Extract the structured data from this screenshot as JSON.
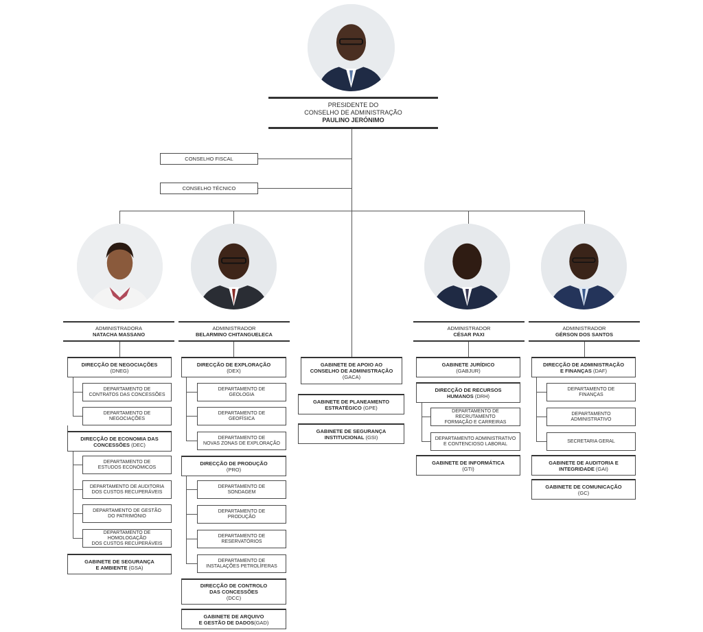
{
  "president": {
    "title_line1": "PRESIDENTE DO",
    "title_line2": "CONSELHO DE ADMINISTRAÇÃO",
    "name": "PAULINO JERÓNIMO"
  },
  "councils": {
    "fiscal": "CONSELHO FISCAL",
    "tecnico": "CONSELHO TÉCNICO"
  },
  "admins": [
    {
      "role": "ADMINISTRADORA",
      "name": "NATACHA MASSANO",
      "units": [
        {
          "title": "DIRECÇÃO DE NEGOCIAÇÕES",
          "code": "(DNEG)",
          "departments": [
            {
              "l1": "DEPARTAMENTO DE",
              "l2": "CONTRATOS DAS CONCESSÕES"
            },
            {
              "l1": "DEPARTAMENTO DE",
              "l2": "NEGOCIAÇÕES"
            }
          ]
        },
        {
          "title": "DIRECÇÃO DE ECONOMIA DAS",
          "title2": "CONCESSÕES",
          "code": "(DEC)",
          "departments": [
            {
              "l1": "DEPARTAMENTO DE",
              "l2": "ESTUDOS ECONÓMICOS"
            },
            {
              "l1": "DEPARTAMENTO DE AUDITORIA",
              "l2": "DOS CUSTOS RECUPERÁVEIS"
            },
            {
              "l1": "DEPARTAMENTO DE GESTÃO",
              "l2": "DO PATRIMÓNIO"
            },
            {
              "l1": "DEPARTAMENTO DE HOMOLOGAÇÃO",
              "l2": "DOS CUSTOS RECUPERÁVEIS"
            }
          ]
        },
        {
          "title": "GABINETE DE SEGURANÇA",
          "title2": "E AMBIENTE",
          "code": "(GSA)",
          "departments": []
        }
      ]
    },
    {
      "role": "ADMINISTRADOR",
      "name": "BELARMINO CHITANGUELECA",
      "units": [
        {
          "title": "DIRECÇÃO DE EXPLORAÇÃO",
          "code": "(DEX)",
          "departments": [
            {
              "l1": "DEPARTAMENTO DE",
              "l2": "GEOLOGIA"
            },
            {
              "l1": "DEPARTAMENTO DE",
              "l2": "GEOFÍSICA"
            },
            {
              "l1": "DEPARTAMENTO DE",
              "l2": "NOVAS ZONAS DE EXPLORAÇÃO"
            }
          ]
        },
        {
          "title": "DIRECÇÃO DE PRODUÇÃO",
          "code": "(PRO)",
          "departments": [
            {
              "l1": "DEPARTAMENTO DE",
              "l2": "SONDAGEM"
            },
            {
              "l1": "DEPARTAMENTO DE",
              "l2": "PRODUÇÃO"
            },
            {
              "l1": "DEPARTAMENTO DE",
              "l2": "RESERVATÓRIOS"
            },
            {
              "l1": "DEPARTAMENTO DE",
              "l2": "INSTALAÇÕES PETROLÍFERAS"
            }
          ]
        },
        {
          "title": "DIRECÇÃO DE CONTROLO",
          "title2": "DAS CONCESSÕES",
          "code": "(DCC)",
          "departments": []
        },
        {
          "title": "GABINETE DE ARQUIVO",
          "title2": "E GESTÃO DE DADOS",
          "code": "(GAD)",
          "departments": []
        }
      ]
    },
    {
      "role": "ADMINISTRADOR",
      "name": "CÉSAR PAXI",
      "units": [
        {
          "title": "GABINETE JURÍDICO",
          "code": "(GABJUR)",
          "departments": []
        },
        {
          "title": "DIRECÇÃO DE RECURSOS",
          "title2": "HUMANOS",
          "code": "(DRH)",
          "departments": [
            {
              "l1": "DEPARTAMENTO DE RECRUTAMENTO",
              "l2": "FORMAÇÃO E CARREIRAS"
            },
            {
              "l1": "DEPARTAMENTO ADMINISTRATIVO",
              "l2": "E CONTENCIOSO LABORAL"
            }
          ]
        },
        {
          "title": "GABINETE DE INFORMÁTICA",
          "code": "(GTI)",
          "departments": []
        }
      ]
    },
    {
      "role": "ADMINISTRADOR",
      "name": "GÉRSON DOS SANTOS",
      "units": [
        {
          "title": "DIRECÇÃO DE ADMINISTRAÇÃO",
          "title2": "E FINANÇAS",
          "code": "(DAF)",
          "departments": [
            {
              "l1": "DEPARTAMENTO DE",
              "l2": "FINANÇAS"
            },
            {
              "l1": "DEPARTAMENTO",
              "l2": "ADMINISTRATIVO"
            },
            {
              "l1": "SECRETARIA GERAL",
              "l2": ""
            }
          ]
        },
        {
          "title": "GABINETE DE AUDITORIA E",
          "title2": "INTEGRIDADE",
          "code": "(GAI)",
          "departments": []
        },
        {
          "title": "GABINETE DE COMUNICAÇÃO",
          "code": "(GC)",
          "departments": []
        }
      ]
    }
  ],
  "center_units": [
    {
      "title": "GABINETE DE APOIO AO",
      "title2": "CONSELHO DE ADMINISTRAÇÃO",
      "code": "(GACA)"
    },
    {
      "title": "GABINETE DE PLANEAMENTO",
      "title2": "ESTRATÉGICO",
      "code": "(GPE)"
    },
    {
      "title": "GABINETE DE SEGURANÇA",
      "title2": "INSTITUCIONAL",
      "code": "(GSI)"
    }
  ]
}
